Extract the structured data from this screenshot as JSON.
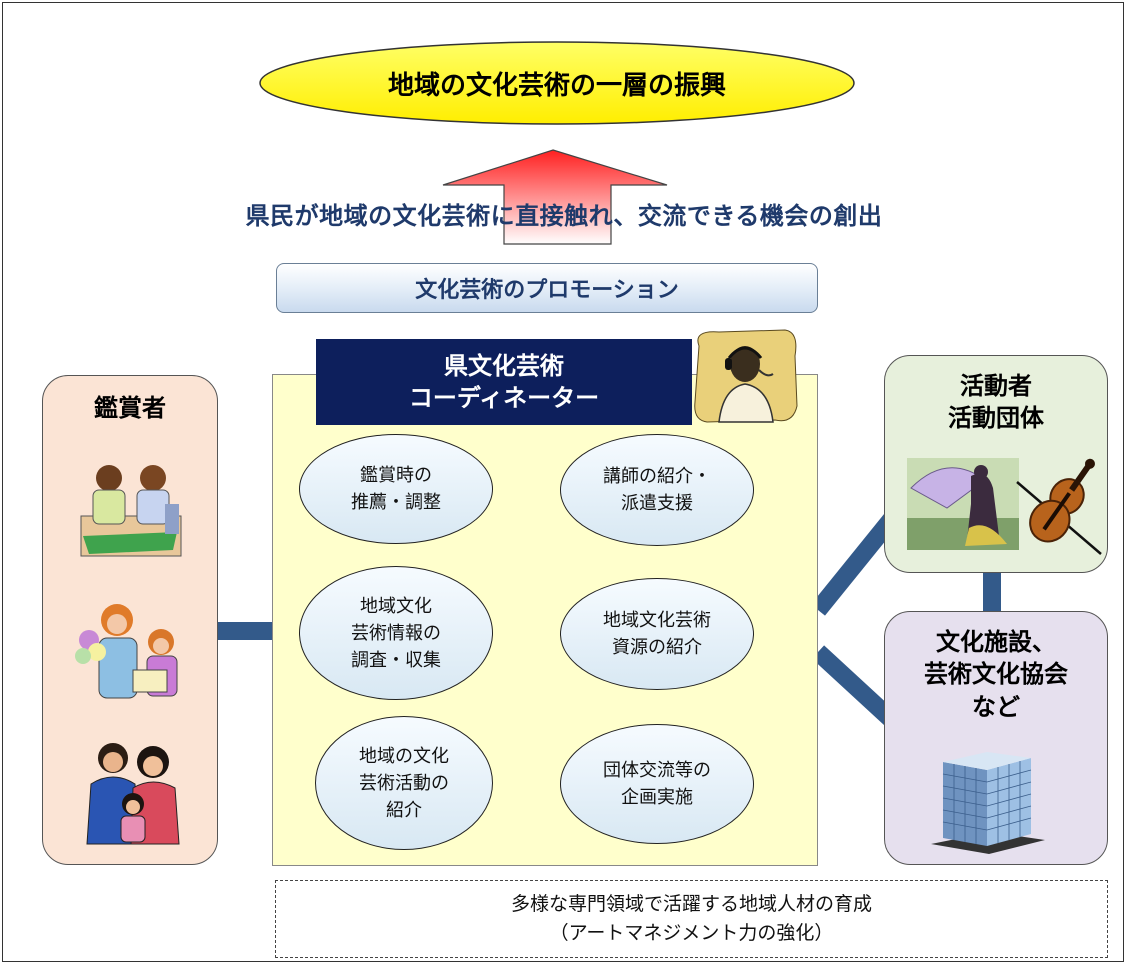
{
  "goal": "地域の文化芸術の一層の振興",
  "subtitle": "県民が地域の文化芸術に直接触れ、交流できる機会の創出",
  "promotion": "文化芸術のプロモーション",
  "coordinator": {
    "title_line1": "県文化芸術",
    "title_line2": "コーディネーター"
  },
  "roles": [
    {
      "line1": "鑑賞時の",
      "line2": "推薦・調整",
      "line3": ""
    },
    {
      "line1": "講師の紹介・",
      "line2": "派遣支援",
      "line3": ""
    },
    {
      "line1": "地域文化",
      "line2": "芸術情報の",
      "line3": "調査・収集"
    },
    {
      "line1": "地域文化芸術",
      "line2": "資源の紹介",
      "line3": ""
    },
    {
      "line1": "地域の文化",
      "line2": "芸術活動の",
      "line3": "紹介"
    },
    {
      "line1": "団体交流等の",
      "line2": "企画実施",
      "line3": ""
    }
  ],
  "left_panel": {
    "title": "鑑賞者"
  },
  "right_top_panel": {
    "title_line1": "活動者",
    "title_line2": "活動団体"
  },
  "right_bottom_panel": {
    "title_line1": "文化施設、",
    "title_line2": "芸術文化協会",
    "title_line3": "など"
  },
  "bottom_note": {
    "line1": "多様な専門領域で活躍する地域人材の育成",
    "line2": "（アートマネジメント力の強化）"
  },
  "colors": {
    "goal_fill": "#ffff00",
    "arrow_red": "#ff2a2a",
    "center_fill": "#ffffcc",
    "coordinator_fill": "#0d1f5c",
    "connector": "#335a8a",
    "left_panel": "#fbe4d5",
    "right_top_panel": "#e7f0dc",
    "right_bottom_panel": "#e6e0ee"
  },
  "icons": {
    "coordinator_picture": "headset-man-icon",
    "viewer_pictures": [
      "elderly-couple-icon",
      "mother-child-flowers-icon",
      "family-icon"
    ],
    "activity_pictures": [
      "fan-dancer-icon",
      "violin-icon"
    ],
    "facility_picture": "office-building-icon"
  }
}
